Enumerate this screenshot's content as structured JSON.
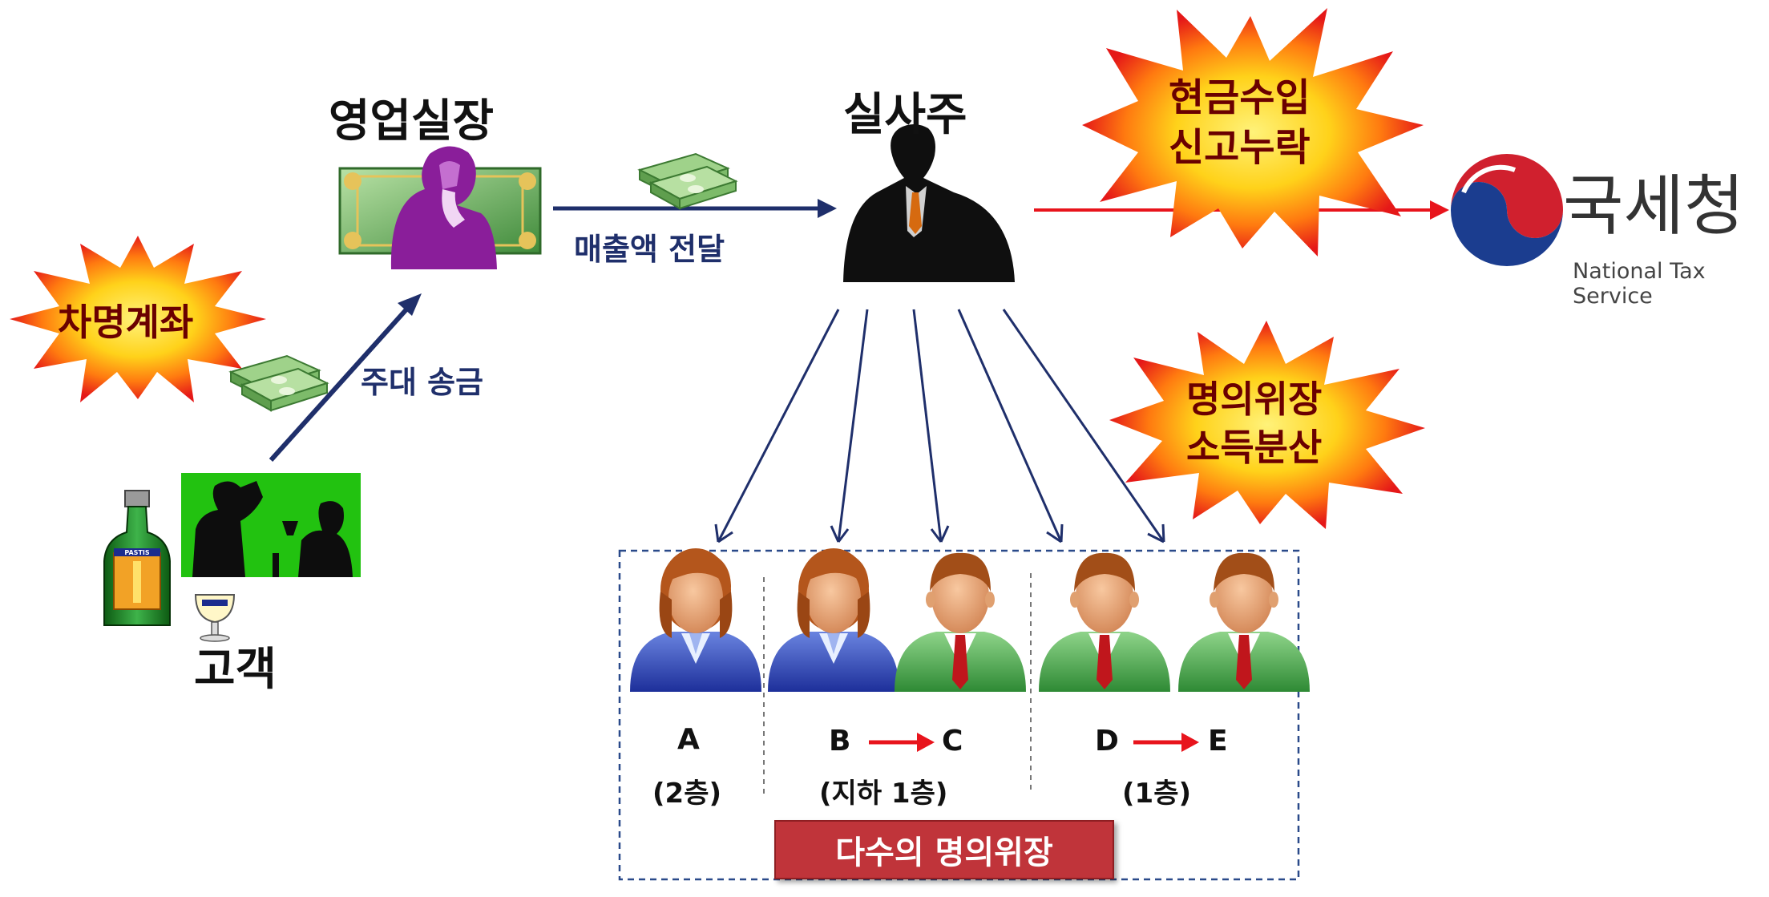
{
  "labels": {
    "sales_manager": "영업실장",
    "owner": "실사주",
    "customer": "고객",
    "sales_transfer": "매출액 전달",
    "liquor_payment": "주대 송금"
  },
  "bursts": {
    "borrowed_account": "차명계좌",
    "cash_income_1": "현금수입",
    "cash_income_2": "신고누락",
    "nominee_1": "명의위장",
    "nominee_2": "소득분산"
  },
  "agency": {
    "name_ko": "국세청",
    "name_en": "National Tax Service"
  },
  "nominees": {
    "a": "A",
    "b": "B",
    "c": "C",
    "d": "D",
    "e": "E",
    "floor_a": "(2층)",
    "floor_bc": "(지하 1층)",
    "floor_de": "(1층)",
    "banner": "다수의 명의위장"
  },
  "bottle_label": "PASTIS",
  "colors": {
    "arrow_navy": "#1f2f6b",
    "arrow_red": "#e8141c",
    "banner": "#c0343a",
    "burst_outer": "#e51818",
    "burst_inner": "#ffd21a"
  }
}
